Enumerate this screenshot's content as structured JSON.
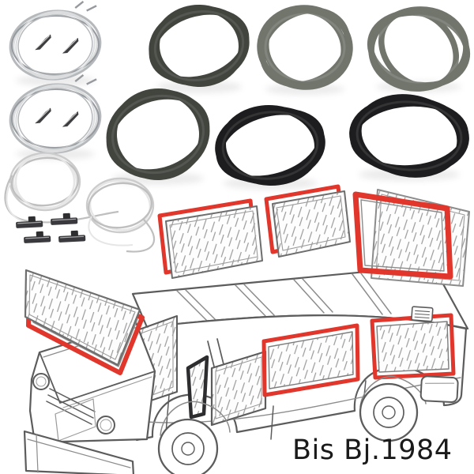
{
  "caption": {
    "text": "Bis Bj.1984"
  },
  "colors": {
    "background": "#ffffff",
    "highlight_red": "#e1362b",
    "seal_dark": "#41453e",
    "seal_gray": "#71756c",
    "seal_black": "#1d1d1f",
    "chrome_mid": "#b6b9bc",
    "pvc_mid": "#cccccc",
    "line_art": "#5c5c5c",
    "clip_dark": "#3a3a3e",
    "glass_hatch": "#9a9a9a",
    "vent_seal_black": "#2d2d30"
  },
  "parts": {
    "chrome_trim_coils": 2,
    "trim_joint_clips": 4,
    "rubber_window_seals": 6,
    "pvc_filler_strip_coils": 2,
    "mounting_clips": 4
  },
  "diagram": {
    "subject": "van line drawing, exploded window glass and seals",
    "highlighted_seals": "red"
  }
}
